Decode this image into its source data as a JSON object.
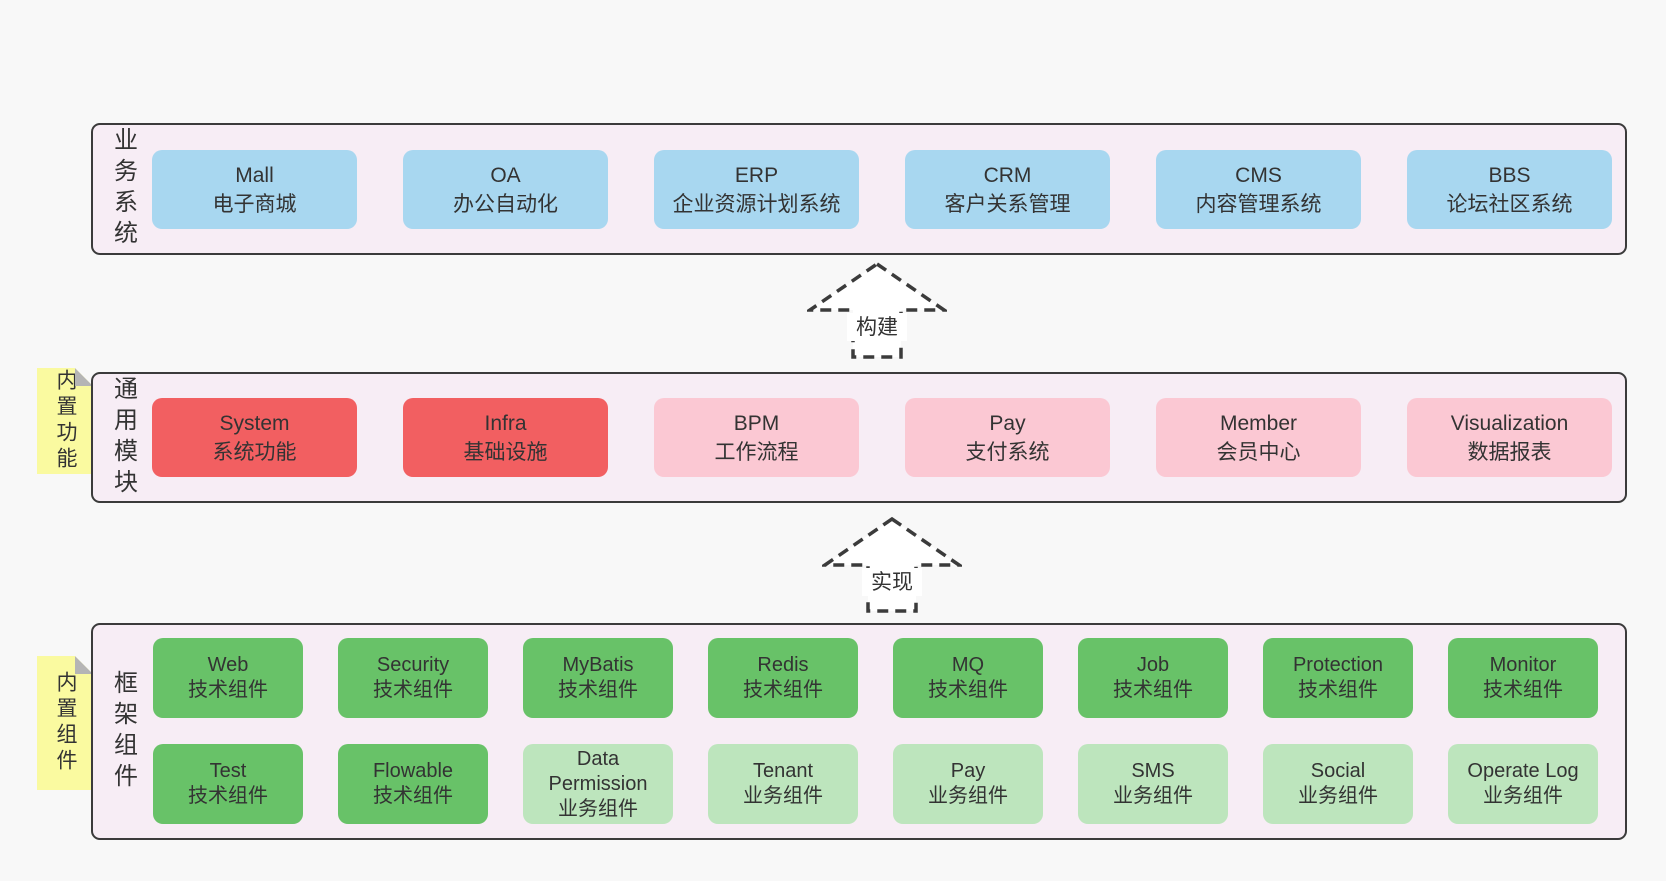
{
  "colors": {
    "page_bg": "#f8f8f8",
    "layer_bg": "#f7edf5",
    "layer_border": "#3b3b3b",
    "business_box": "#a8d7f0",
    "core_module_box": "#f25f61",
    "module_box": "#fbc8d3",
    "tech_component_box": "#68c268",
    "biz_component_box": "#bde5bd",
    "sticky_note": "#fafaa0",
    "sticky_fold": "#b5b5b5"
  },
  "business": {
    "label": "业务系统",
    "items": [
      {
        "en": "Mall",
        "cn": "电子商城"
      },
      {
        "en": "OA",
        "cn": "办公自动化"
      },
      {
        "en": "ERP",
        "cn": "企业资源计划系统"
      },
      {
        "en": "CRM",
        "cn": "客户关系管理"
      },
      {
        "en": "CMS",
        "cn": "内容管理系统"
      },
      {
        "en": "BBS",
        "cn": "论坛社区系统"
      }
    ]
  },
  "arrow_build": {
    "label": "构建"
  },
  "modules": {
    "label": "通用模块",
    "sticky": "内置功能",
    "items": [
      {
        "en": "System",
        "cn": "系统功能"
      },
      {
        "en": "Infra",
        "cn": "基础设施"
      },
      {
        "en": "BPM",
        "cn": "工作流程"
      },
      {
        "en": "Pay",
        "cn": "支付系统"
      },
      {
        "en": "Member",
        "cn": "会员中心"
      },
      {
        "en": "Visualization",
        "cn": "数据报表"
      }
    ]
  },
  "arrow_implement": {
    "label": "实现"
  },
  "components": {
    "label": "框架组件",
    "sticky": "内置组件",
    "row1": [
      {
        "en": "Web",
        "cn": "技术组件"
      },
      {
        "en": "Security",
        "cn": "技术组件"
      },
      {
        "en": "MyBatis",
        "cn": "技术组件"
      },
      {
        "en": "Redis",
        "cn": "技术组件"
      },
      {
        "en": "MQ",
        "cn": "技术组件"
      },
      {
        "en": "Job",
        "cn": "技术组件"
      },
      {
        "en": "Protection",
        "cn": "技术组件"
      },
      {
        "en": "Monitor",
        "cn": "技术组件"
      }
    ],
    "row2": [
      {
        "en": "Test",
        "cn": "技术组件"
      },
      {
        "en": "Flowable",
        "cn": "技术组件"
      },
      {
        "en": "Data Permission",
        "cn": "业务组件"
      },
      {
        "en": "Tenant",
        "cn": "业务组件"
      },
      {
        "en": "Pay",
        "cn": "业务组件"
      },
      {
        "en": "SMS",
        "cn": "业务组件"
      },
      {
        "en": "Social",
        "cn": "业务组件"
      },
      {
        "en": "Operate Log",
        "cn": "业务组件"
      }
    ]
  }
}
